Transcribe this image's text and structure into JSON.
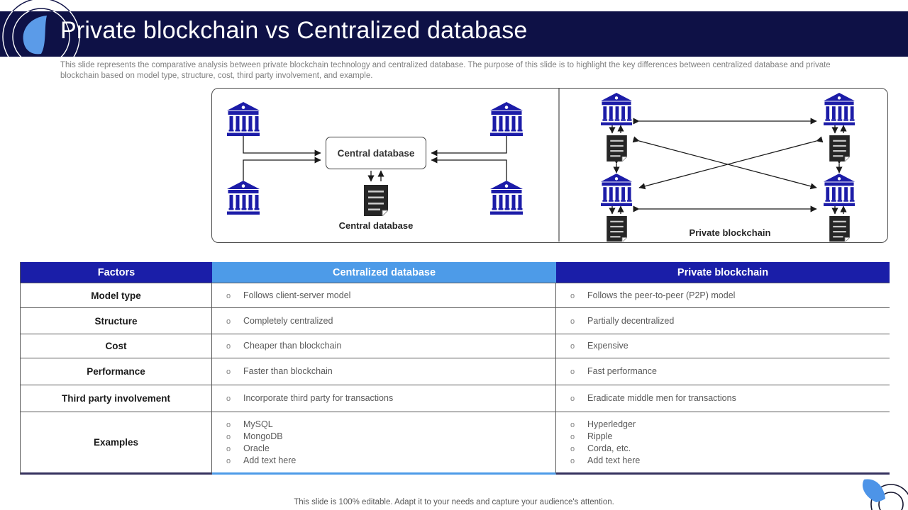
{
  "header": {
    "title": "Private blockchain vs Centralized database"
  },
  "subtitle": "This slide represents the comparative analysis between private blockchain technology and centralized database. The purpose of this slide is to highlight the key differences between centralized database and private blockchain based on model type, structure, cost, third party involvement, and example.",
  "diagram": {
    "centralized": {
      "box_label": "Central database",
      "caption": "Central database"
    },
    "blockchain": {
      "caption": "Private blockchain"
    }
  },
  "table": {
    "bullet_char": "o",
    "headers": [
      "Factors",
      "Centralized database",
      "Private blockchain"
    ],
    "rows": [
      {
        "factor": "Model type",
        "centralized": [
          "Follows client-server model"
        ],
        "blockchain": [
          "Follows the peer-to-peer (P2P) model"
        ]
      },
      {
        "factor": "Structure",
        "centralized": [
          "Completely centralized"
        ],
        "blockchain": [
          "Partially decentralized"
        ]
      },
      {
        "factor": "Cost",
        "centralized": [
          "Cheaper than blockchain"
        ],
        "blockchain": [
          "Expensive"
        ]
      },
      {
        "factor": "Performance",
        "centralized": [
          "Faster than blockchain"
        ],
        "blockchain": [
          "Fast performance"
        ]
      },
      {
        "factor": "Third party involvement",
        "centralized": [
          "Incorporate third party for transactions"
        ],
        "blockchain": [
          "Eradicate middle men for transactions"
        ]
      },
      {
        "factor": "Examples",
        "centralized": [
          "MySQL",
          "MongoDB",
          "Oracle",
          "Add text here"
        ],
        "blockchain": [
          "Hyperledger",
          "Ripple",
          "Corda, etc.",
          "Add text here"
        ]
      }
    ]
  },
  "footer": "This slide is 100% editable. Adapt it to your needs and capture your audience's attention.",
  "colors": {
    "header_navy": "#0E1146",
    "table_dark_blue": "#1A1EA8",
    "table_light_blue": "#4D9BE8",
    "bank_blue": "#1C1CA8",
    "accent_blob_blue": "#5B9BE8",
    "document_dark": "#262626",
    "body_text_gray": "#595959"
  }
}
